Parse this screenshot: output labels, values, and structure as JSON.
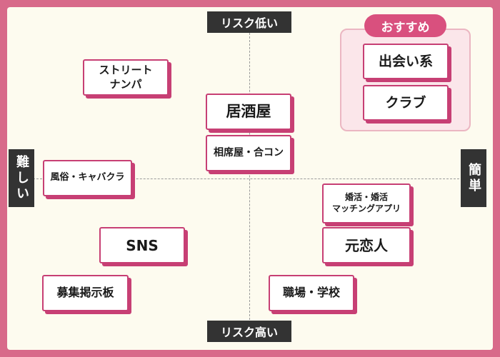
{
  "axes": {
    "top": "リスク低い",
    "bottom": "リスク高い",
    "left": "難しい",
    "right": "簡単"
  },
  "recommended": {
    "title": "おすすめ",
    "items": [
      "出会い系",
      "クラブ"
    ]
  },
  "items": {
    "street": "ストリート\nナンパ",
    "izakaya": "居酒屋",
    "aiseki": "相席屋・合コン",
    "fuzoku": "風俗・キャバクラ",
    "konkatsu": "婚活・婚活\nマッチングアプリ",
    "motokoi": "元恋人",
    "sns": "SNS",
    "boshu": "募集掲示板",
    "shokuba": "職場・学校"
  },
  "colors": {
    "frame": "#d86a8a",
    "background": "#fdfbef",
    "accent": "#c73f74",
    "axis_label_bg": "#333333",
    "recommend_bg": "#fbe6ea",
    "recommend_title_bg": "#d9507e"
  }
}
